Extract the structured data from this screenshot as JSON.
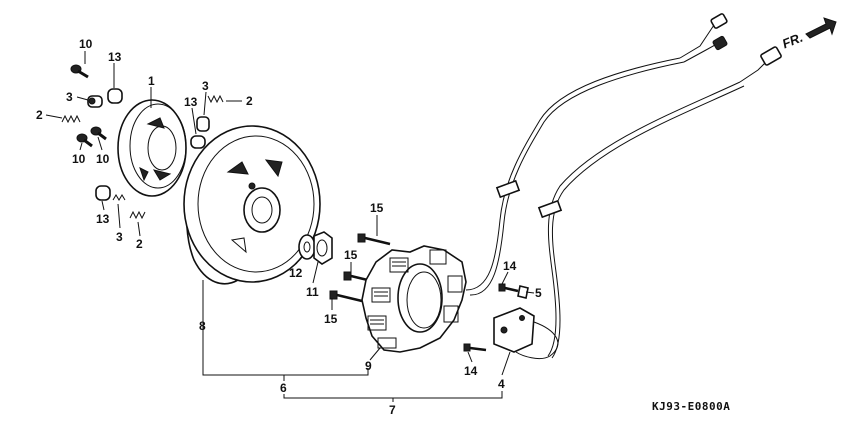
{
  "diagram": {
    "direction_label": "FR.",
    "drawing_code": "KJ93-E0800A",
    "callouts": [
      {
        "id": "c10a",
        "text": "10"
      },
      {
        "id": "c13a",
        "text": "13"
      },
      {
        "id": "c1",
        "text": "1"
      },
      {
        "id": "c3a",
        "text": "3"
      },
      {
        "id": "c2a",
        "text": "2"
      },
      {
        "id": "c10b",
        "text": "10"
      },
      {
        "id": "c10c",
        "text": "10"
      },
      {
        "id": "c13b",
        "text": "13"
      },
      {
        "id": "c3b",
        "text": "3"
      },
      {
        "id": "c2b",
        "text": "2"
      },
      {
        "id": "c13c",
        "text": "13"
      },
      {
        "id": "c3c",
        "text": "3"
      },
      {
        "id": "c2c",
        "text": "2"
      },
      {
        "id": "c15a",
        "text": "15"
      },
      {
        "id": "c15b",
        "text": "15"
      },
      {
        "id": "c15c",
        "text": "15"
      },
      {
        "id": "c12",
        "text": "12"
      },
      {
        "id": "c11",
        "text": "11"
      },
      {
        "id": "c8",
        "text": "8"
      },
      {
        "id": "c14a",
        "text": "14"
      },
      {
        "id": "c5",
        "text": "5"
      },
      {
        "id": "c14b",
        "text": "14"
      },
      {
        "id": "c9",
        "text": "9"
      },
      {
        "id": "c4",
        "text": "4"
      },
      {
        "id": "c6",
        "text": "6"
      },
      {
        "id": "c7",
        "text": "7"
      }
    ]
  }
}
